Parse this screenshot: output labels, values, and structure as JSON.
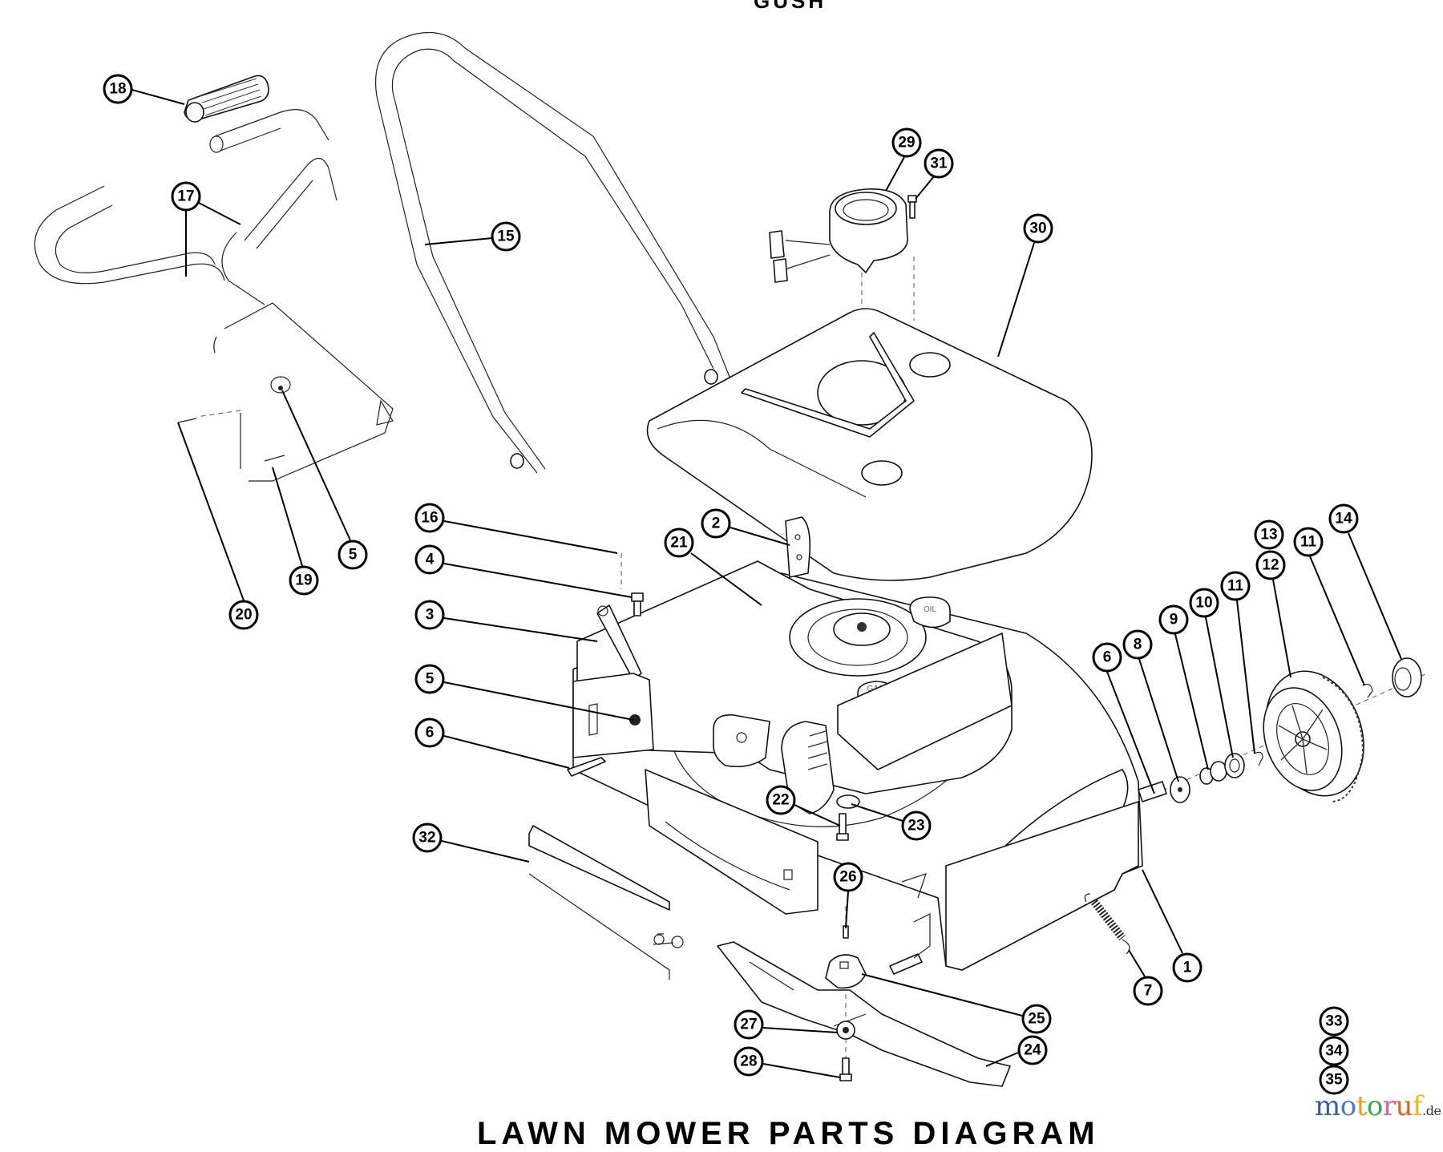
{
  "diagram": {
    "title_top": "GUSH",
    "title_bottom": "LAWN MOWER PARTS DIAGRAM",
    "subject": "Rotary lawn mower exploded parts view",
    "callouts": [
      {
        "id": "1",
        "part": "deck"
      },
      {
        "id": "2",
        "part": "bracket"
      },
      {
        "id": "3",
        "part": "height-adjust-lever"
      },
      {
        "id": "4",
        "part": "bolt"
      },
      {
        "id": "5",
        "part": "nut"
      },
      {
        "id": "5",
        "part": "nut"
      },
      {
        "id": "6",
        "part": "axle"
      },
      {
        "id": "6",
        "part": "axle"
      },
      {
        "id": "7",
        "part": "spring"
      },
      {
        "id": "8",
        "part": "washer"
      },
      {
        "id": "9",
        "part": "spacer"
      },
      {
        "id": "10",
        "part": "washer"
      },
      {
        "id": "11",
        "part": "retaining-clip"
      },
      {
        "id": "11",
        "part": "retaining-clip"
      },
      {
        "id": "12",
        "part": "wheel"
      },
      {
        "id": "13",
        "part": "tire"
      },
      {
        "id": "14",
        "part": "hub-cap"
      },
      {
        "id": "15",
        "part": "lower-handle"
      },
      {
        "id": "16",
        "part": "lock-washer"
      },
      {
        "id": "17",
        "part": "upper-handle"
      },
      {
        "id": "18",
        "part": "grip"
      },
      {
        "id": "19",
        "part": "bolt"
      },
      {
        "id": "20",
        "part": "control-lever"
      },
      {
        "id": "21",
        "part": "engine"
      },
      {
        "id": "22",
        "part": "bolt"
      },
      {
        "id": "23",
        "part": "washer"
      },
      {
        "id": "24",
        "part": "blade"
      },
      {
        "id": "25",
        "part": "blade-adapter"
      },
      {
        "id": "26",
        "part": "key"
      },
      {
        "id": "27",
        "part": "star-washer"
      },
      {
        "id": "28",
        "part": "blade-bolt"
      },
      {
        "id": "29",
        "part": "recoil-starter"
      },
      {
        "id": "30",
        "part": "engine-shroud"
      },
      {
        "id": "31",
        "part": "screw"
      },
      {
        "id": "32",
        "part": "rear-deflector"
      },
      {
        "id": "33",
        "part": "misc"
      },
      {
        "id": "34",
        "part": "misc"
      },
      {
        "id": "35",
        "part": "misc"
      }
    ],
    "engine_labels": {
      "fuel_cap": "GAS",
      "oil_cap": "OIL"
    }
  },
  "watermark": {
    "letters": [
      {
        "ch": "m",
        "color": "#3b5ba5"
      },
      {
        "ch": "o",
        "color": "#4a7bc8"
      },
      {
        "ch": "t",
        "color": "#e0a020"
      },
      {
        "ch": "o",
        "color": "#3aa845"
      },
      {
        "ch": "r",
        "color": "#e0609a"
      },
      {
        "ch": "u",
        "color": "#e06020"
      },
      {
        "ch": "f",
        "color": "#e8b820"
      }
    ],
    "tld": ".de"
  }
}
